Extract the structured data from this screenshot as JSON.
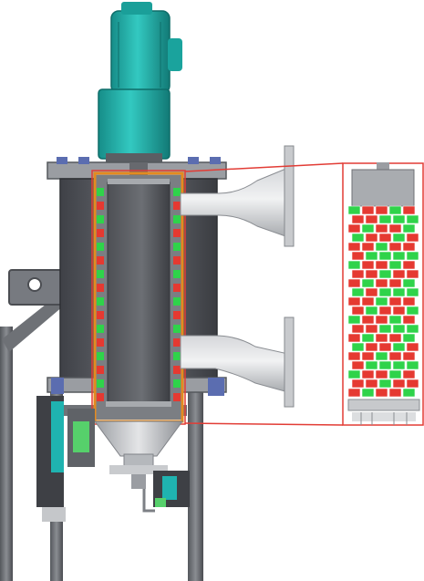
{
  "diagram": {
    "subject": "filter-vessel-cutaway-with-magnified-element",
    "colors": {
      "motor": "#21b7b0",
      "motor_dark": "#168d88",
      "steel_dark": "#4b4d52",
      "steel_mid": "#75787e",
      "steel_light": "#b8bbc0",
      "steel_pale": "#d9dbde",
      "highlight_red": "#e23c35",
      "highlight_orange": "#e58a1f",
      "green_segment": "#2fd34a",
      "red_segment": "#e53931",
      "actuator": "#1fb3b0",
      "sensor_green": "#56d06b",
      "bolt": "#5b6db0"
    },
    "icons": {
      "motor": "electric-motor",
      "vessel": "filter-vessel",
      "element": "spiral-filter-element",
      "zoom": "magnified-detail"
    }
  }
}
